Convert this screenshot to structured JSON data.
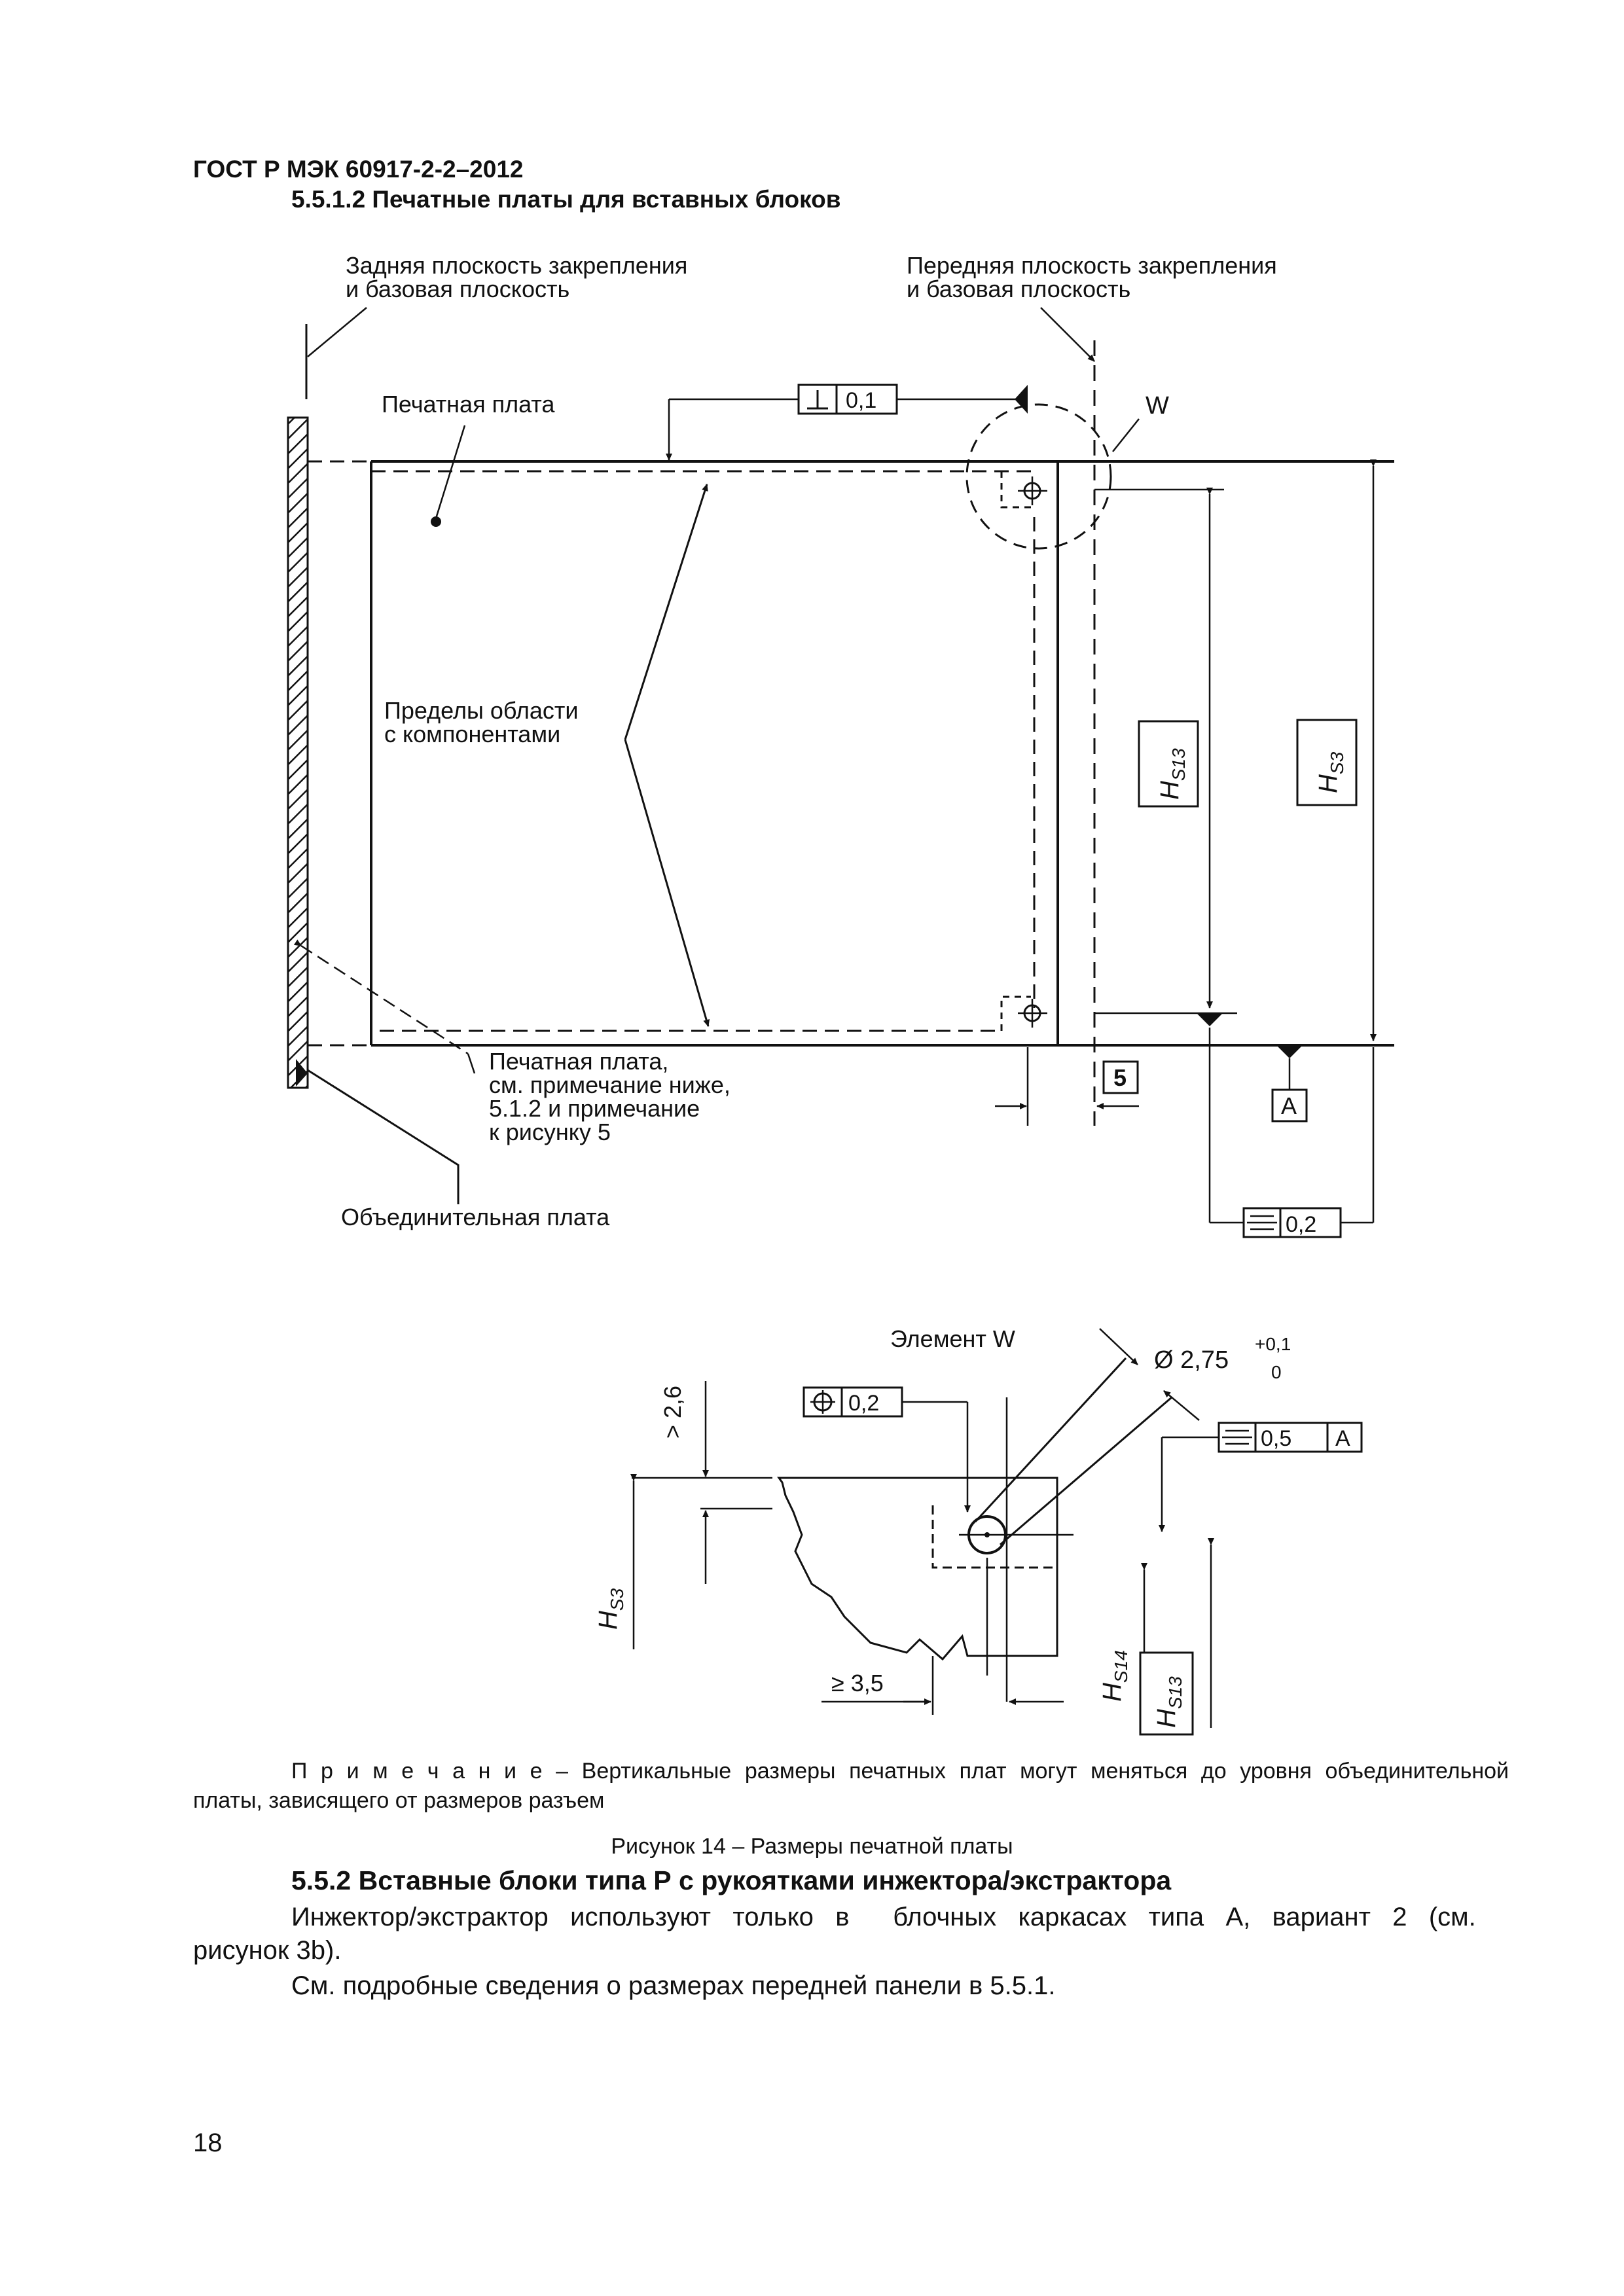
{
  "header": {
    "standard": "ГОСТ Р МЭК 60917-2-2–2012",
    "section_title": "5.5.1.2 Печатные платы для вставных блоков"
  },
  "figure": {
    "labels": {
      "rear_plane_line1": "Задняя плоскость закрепления",
      "rear_plane_line2": "и базовая плоскость",
      "front_plane_line1": "Передняя плоскость закрепления",
      "front_plane_line2": "и базовая плоскость",
      "pcb": "Печатная плата",
      "w_marker": "W",
      "limits_line1": "Пределы области",
      "limits_line2": "с компонентами",
      "pcb_note_line1": "Печатная плата,",
      "pcb_note_line2": "см. примечание ниже,",
      "pcb_note_line3": "5.1.2 и примечание",
      "pcb_note_line4": "к рисунку 5",
      "backplane": "Объединительная плата",
      "element_w": "Элемент W"
    },
    "dims": {
      "perp_value": "0,1",
      "box_5": "5",
      "datum_a": "A",
      "sym_value_main": "0,2",
      "h_s13": "H",
      "h_s13_sub": "S13",
      "h_s3": "H",
      "h_s3_sub": "S3",
      "h_s14": "H",
      "h_s14_sub": "S14",
      "pos_value": "0,2",
      "gt_26": "> 2,6",
      "ge_35": "≥ 3,5",
      "diam": "Ø 2,75",
      "tol_plus": "+0,1",
      "tol_zero": "0",
      "sym_value_detail": "0,5",
      "sym_datum_detail": "A"
    }
  },
  "note": {
    "label": "П р и м е ч а н и е",
    "text_line1": " – Вертикальные размеры печатных плат могут меняться до уровня объединительной",
    "text_line2": "платы, зависящего от размеров разъем"
  },
  "caption": "Рисунок 14 – Размеры печатной платы",
  "section2": {
    "title": "5.5.2 Вставные блоки типа Р с рукоятками инжектора/экстрактора",
    "para1_line1": "Инжектор/экстрактор   используют   только   в      блочных   каркасах   типа   А,   вариант   2   (см.",
    "para1_line2": "рисунок 3b).",
    "para2": "См. подробные сведения о размерах передней панели в 5.5.1."
  },
  "page_number": "18"
}
